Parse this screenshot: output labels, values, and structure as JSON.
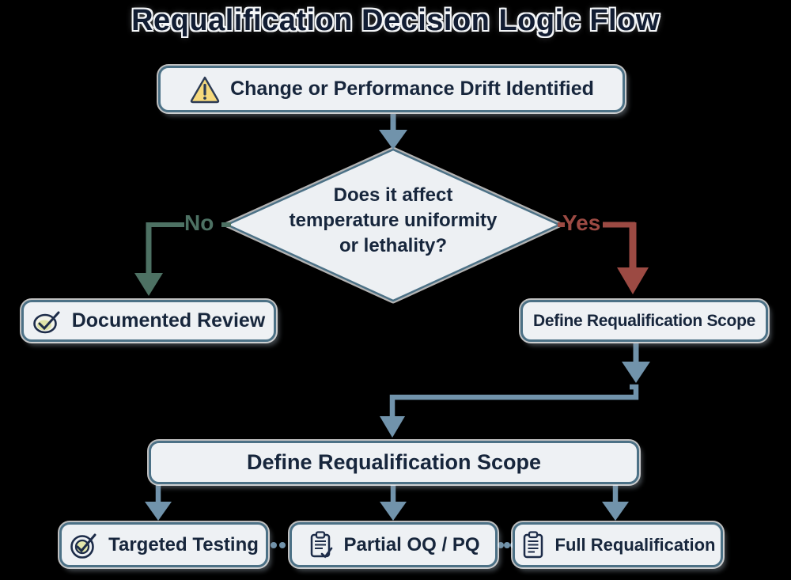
{
  "title": "Requalification Decision Logic Flow",
  "colors": {
    "background": "#000000",
    "node_fill": "#eef1f4",
    "node_border": "#4c7186",
    "text": "#17263c",
    "connector_blue": "#7193ab",
    "no_branch_green": "#4d7163",
    "yes_branch_red": "#9c4a43",
    "warning_yellow": "#f6d97c",
    "check_fill_yellow_green": "#dfe3a8",
    "icon_navy": "#1d2c49"
  },
  "nodes": {
    "start": {
      "label": "Change or Performance Drift Identified",
      "icon": "warning-triangle-icon"
    },
    "decision": {
      "lines": [
        "Does it affect",
        "temperature uniformity",
        "or lethality?"
      ]
    },
    "documented_review": {
      "label": "Documented Review",
      "icon": "check-oval-icon"
    },
    "define_scope_side": {
      "label": "Define Requalification Scope"
    },
    "define_scope_main": {
      "label": "Define Requalification Scope"
    },
    "targeted_testing": {
      "label": "Targeted Testing",
      "icon": "check-target-icon"
    },
    "partial_oq_pq": {
      "label": "Partial OQ / PQ",
      "icon": "clipboard-check-icon"
    },
    "full_requalification": {
      "label": "Full Requalification",
      "icon": "clipboard-icon"
    }
  },
  "edges": {
    "no_label": "No",
    "yes_label": "Yes"
  }
}
